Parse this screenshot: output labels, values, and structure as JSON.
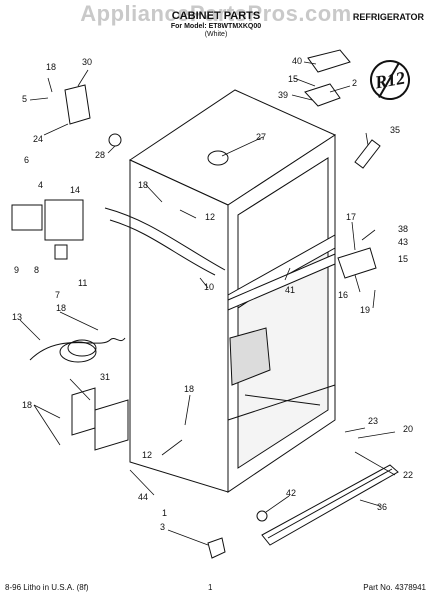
{
  "watermark": "AppliancePartsPros.com",
  "header": {
    "title": "CABINET PARTS",
    "subtitle": "For Model: ET8WTMXKQ00",
    "subtitle2": "(White)",
    "right_label": "REFRIGERATOR"
  },
  "badge": "R12",
  "footer": {
    "left": "8-96 Litho in U.S.A. (8f)",
    "center": "1",
    "right": "Part No. 4378941"
  },
  "part_numbers": [
    "1",
    "2",
    "3",
    "4",
    "5",
    "6",
    "7",
    "8",
    "9",
    "10",
    "11",
    "12",
    "12",
    "12",
    "13",
    "14",
    "15",
    "15",
    "16",
    "17",
    "18",
    "18",
    "18",
    "18",
    "18",
    "19",
    "20",
    "22",
    "23",
    "24",
    "27",
    "28",
    "30",
    "31",
    "35",
    "36",
    "38",
    "39",
    "40",
    "41",
    "42",
    "43",
    "44"
  ]
}
